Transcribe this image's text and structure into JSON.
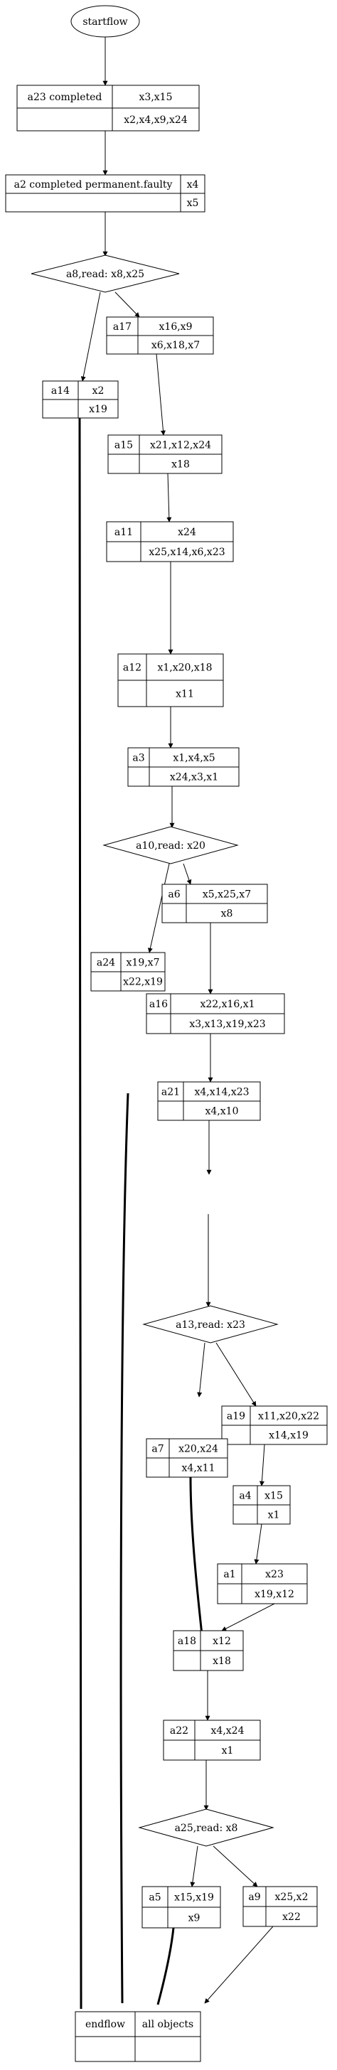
{
  "start": "startflow",
  "activities": [
    {
      "id": "a23",
      "label": "a23 completed",
      "inputs": "x3,x15",
      "outputs": "x2,x4,x9,x24"
    },
    {
      "id": "a2",
      "label": "a2 completed permanent.faulty",
      "inputs": "x4",
      "outputs": "x5"
    },
    {
      "id": "a17",
      "label": "a17",
      "inputs": "x16,x9",
      "outputs": "x6,x18,x7"
    },
    {
      "id": "a14",
      "label": "a14",
      "inputs": "x2",
      "outputs": "x19"
    },
    {
      "id": "a15",
      "label": "a15",
      "inputs": "x21,x12,x24",
      "outputs": "x18"
    },
    {
      "id": "a11",
      "label": "a11",
      "inputs": "x24",
      "outputs": "x25,x14,x6,x23"
    },
    {
      "id": "a12",
      "label": "a12",
      "inputs": "x1,x20,x18",
      "outputs": "x11"
    },
    {
      "id": "a3",
      "label": "a3",
      "inputs": "x1,x4,x5",
      "outputs": "x24,x3,x1"
    },
    {
      "id": "a6",
      "label": "a6",
      "inputs": "x5,x25,x7",
      "outputs": "x8"
    },
    {
      "id": "a24",
      "label": "a24",
      "inputs": "x19,x7",
      "outputs": "x22,x19"
    },
    {
      "id": "a16",
      "label": "a16",
      "inputs": "x22,x16,x1",
      "outputs": "x3,x13,x19,x23"
    },
    {
      "id": "a21",
      "label": "a21",
      "inputs": "x4,x14,x23",
      "outputs": "x4,x10"
    },
    {
      "id": "a19",
      "label": "a19",
      "inputs": "x11,x20,x22",
      "outputs": "x14,x19"
    },
    {
      "id": "a7",
      "label": "a7",
      "inputs": "x20,x24",
      "outputs": "x4,x11"
    },
    {
      "id": "a4",
      "label": "a4",
      "inputs": "x15",
      "outputs": "x1"
    },
    {
      "id": "a1",
      "label": "a1",
      "inputs": "x23",
      "outputs": "x19,x12"
    },
    {
      "id": "a18",
      "label": "a18",
      "inputs": "x12",
      "outputs": "x18"
    },
    {
      "id": "a22",
      "label": "a22",
      "inputs": "x4,x24",
      "outputs": "x1"
    },
    {
      "id": "a5",
      "label": "a5",
      "inputs": "x15,x19",
      "outputs": "x9"
    },
    {
      "id": "a9",
      "label": "a9",
      "inputs": "x25,x2",
      "outputs": "x22"
    }
  ],
  "decisions": [
    {
      "id": "d1",
      "label": "a8,read: x8,x25"
    },
    {
      "id": "d2",
      "label": "a10,read: x20"
    },
    {
      "id": "d3",
      "label": "a13,read: x23"
    },
    {
      "id": "d4",
      "label": "a25,read: x8"
    }
  ],
  "end": {
    "left": "endflow",
    "right": "all objects"
  }
}
